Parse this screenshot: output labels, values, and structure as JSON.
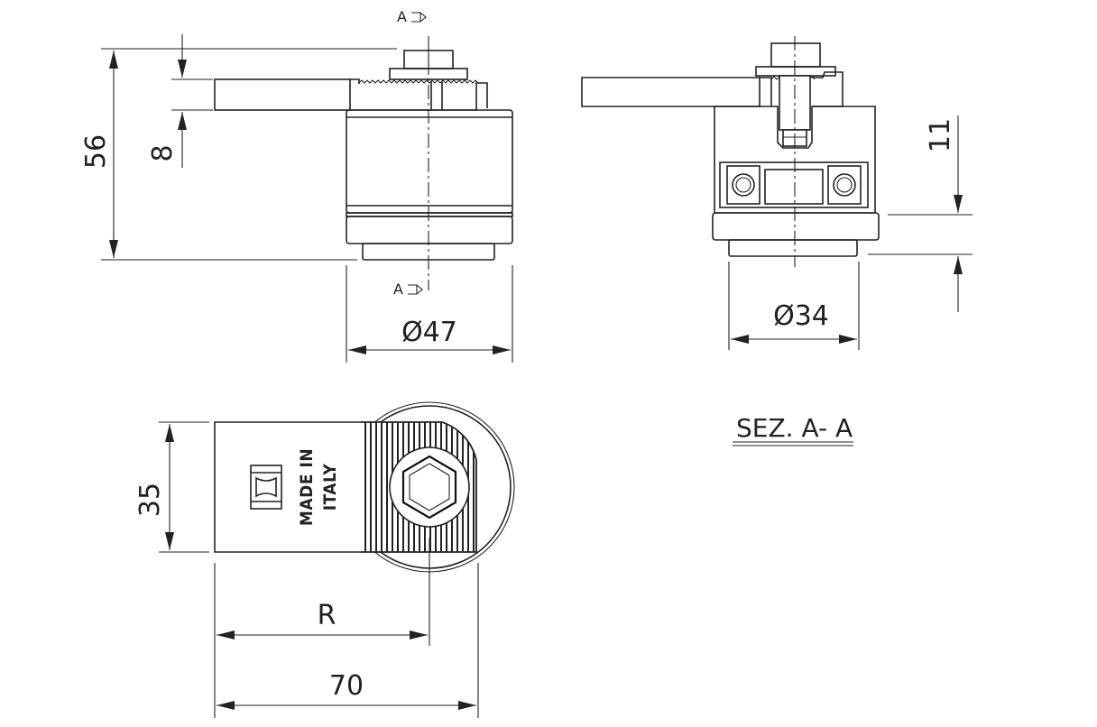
{
  "section_marker": "A",
  "dimensions": {
    "height_total": "56",
    "lever_thickness": "8",
    "diameter_body": "Ø47",
    "diameter_section": "Ø34",
    "section_offset": "11",
    "plate_width": "35",
    "radius": "R",
    "length_total": "70"
  },
  "section_title": "SEZ. A- A",
  "emboss": {
    "line1": "MADE IN",
    "line2": "ITALY"
  }
}
